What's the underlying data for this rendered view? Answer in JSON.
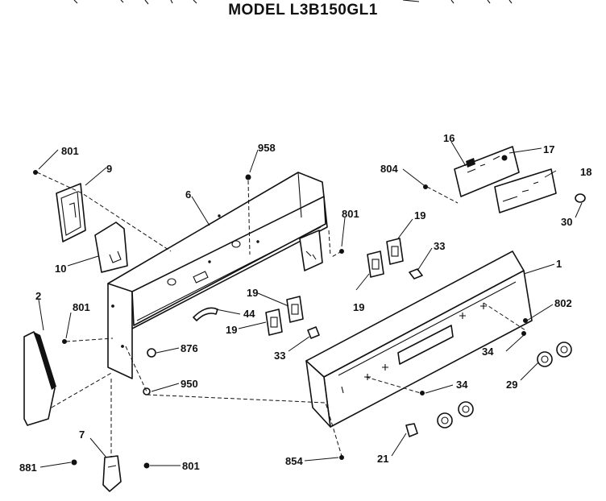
{
  "diagram": {
    "title": "MODEL L3B150GL1",
    "callouts": {
      "c801a": "801",
      "c9": "9",
      "c958": "958",
      "c16": "16",
      "c17": "17",
      "c18": "18",
      "c804": "804",
      "c6": "6",
      "c801b": "801",
      "c19a": "19",
      "c33a": "33",
      "c10": "10",
      "c30": "30",
      "c1": "1",
      "c19b": "19",
      "c19c": "19",
      "c2": "2",
      "c801c": "801",
      "c44": "44",
      "c19d": "19",
      "c802": "802",
      "c876": "876",
      "c33b": "33",
      "c34a": "34",
      "c29": "29",
      "c950": "950",
      "c34b": "34",
      "c7": "7",
      "c854": "854",
      "c21": "21",
      "c881": "881",
      "c801d": "801"
    }
  }
}
